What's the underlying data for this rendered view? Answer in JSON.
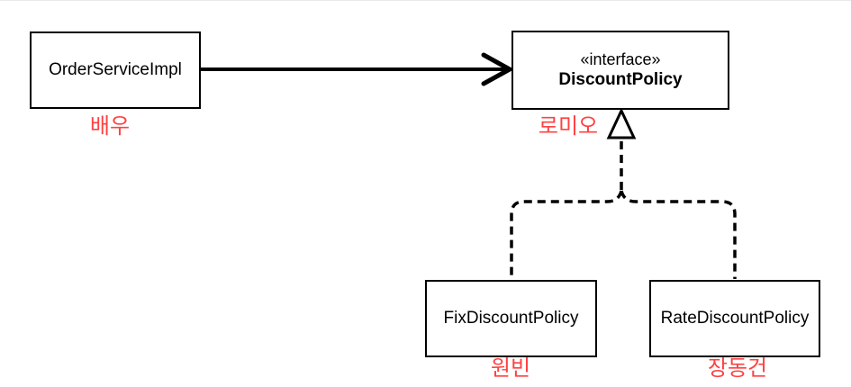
{
  "diagram": {
    "type": "uml-class-diagram",
    "colors": {
      "background": "#ffffff",
      "line_black": "#000000",
      "label_red": "#ff4141"
    },
    "nodes": [
      {
        "id": "order-service-impl",
        "stereotype": "",
        "name": "OrderServiceImpl",
        "annotation": "배우"
      },
      {
        "id": "discount-policy",
        "stereotype": "«interface»",
        "name": "DiscountPolicy",
        "annotation": "로미오"
      },
      {
        "id": "fix-discount-policy",
        "stereotype": "",
        "name": "FixDiscountPolicy",
        "annotation": "원빈"
      },
      {
        "id": "rate-discount-policy",
        "stereotype": "",
        "name": "RateDiscountPolicy",
        "annotation": "장동건"
      }
    ],
    "edges": [
      {
        "from": "OrderServiceImpl",
        "to": "DiscountPolicy",
        "kind": "dependency",
        "style": "solid-line-open-arrow"
      },
      {
        "from": "FixDiscountPolicy",
        "to": "DiscountPolicy",
        "kind": "realization",
        "style": "dashed-line-hollow-triangle"
      },
      {
        "from": "RateDiscountPolicy",
        "to": "DiscountPolicy",
        "kind": "realization",
        "style": "dashed-line-hollow-triangle"
      }
    ]
  }
}
